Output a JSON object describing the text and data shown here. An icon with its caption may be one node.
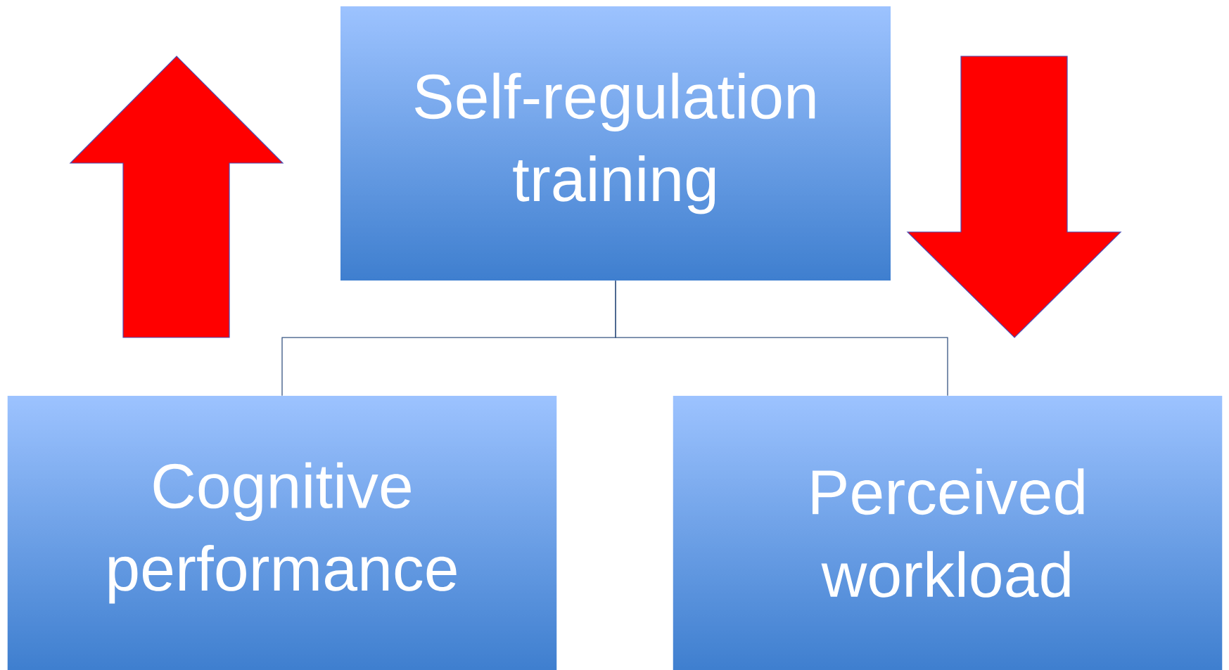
{
  "diagram": {
    "nodes": [
      {
        "text": [
          "Self-regulation training"
        ]
      },
      {
        "text": [
          "Cognitive performance"
        ]
      },
      {
        "text": [
          "Perceived workload"
        ]
      }
    ],
    "edges": [
      {
        "from": 0,
        "to": 1,
        "arrow": "none"
      },
      {
        "from": 0,
        "to": 2,
        "arrow": "none"
      }
    ]
  }
}
